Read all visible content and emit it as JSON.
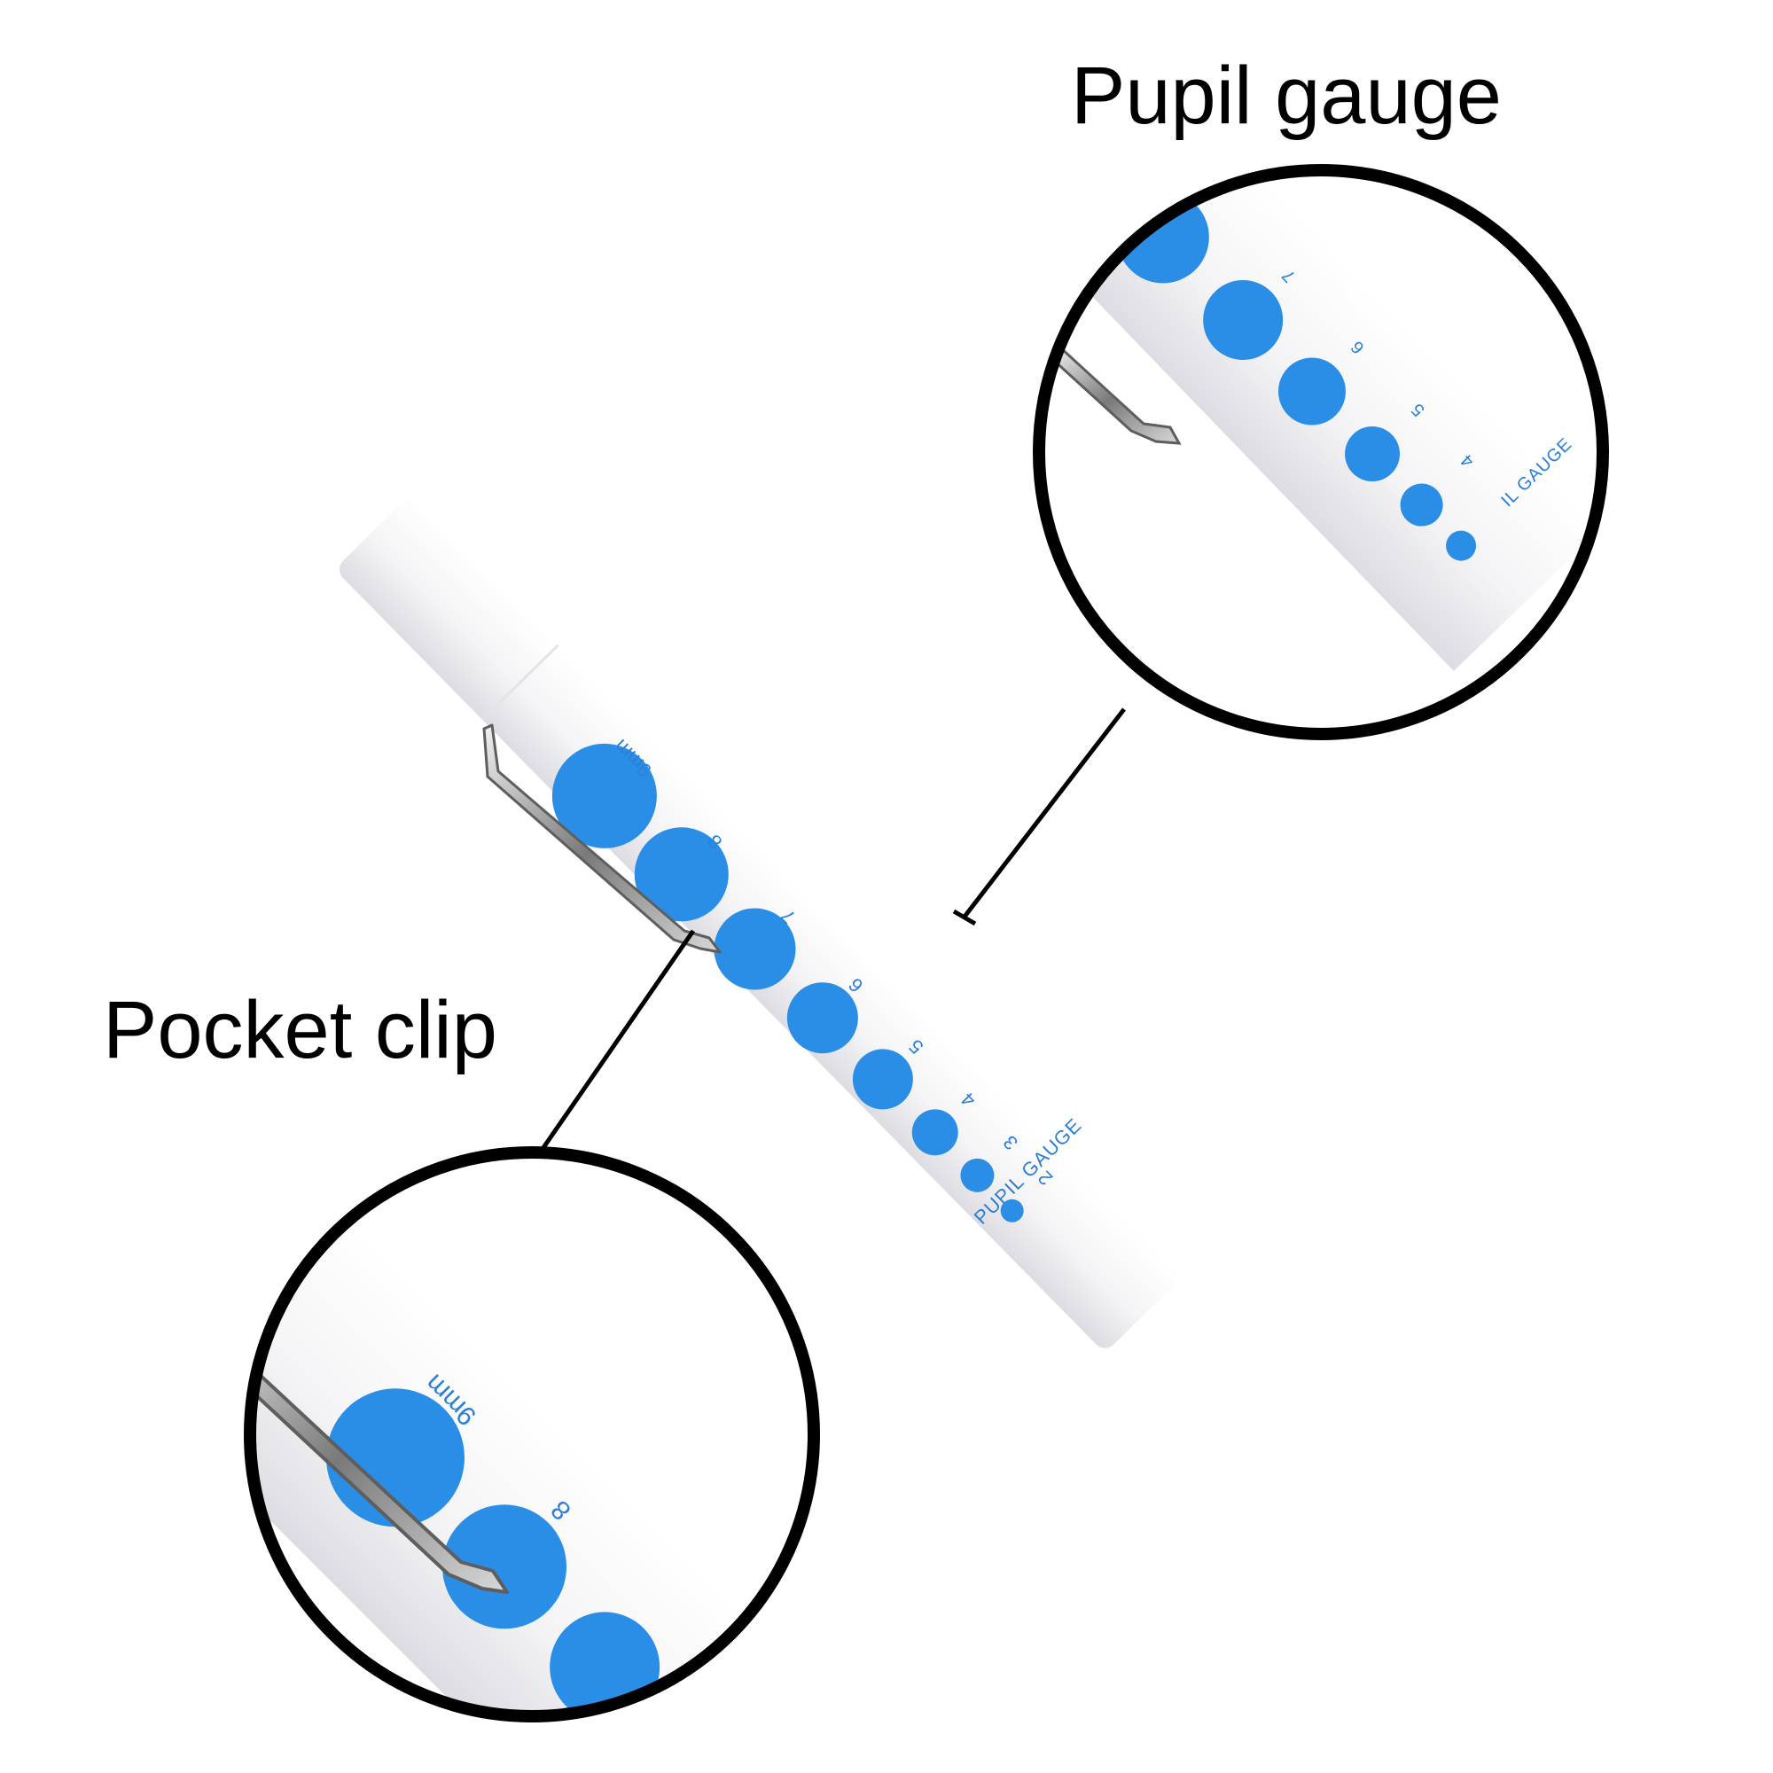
{
  "labels": {
    "pupil_gauge": "Pupil gauge",
    "pocket_clip": "Pocket clip"
  },
  "penlight": {
    "printed_text": "PUPIL GAUGE",
    "partial_printed_text": "IL GAUGE",
    "scale_labels": [
      "9mm",
      "8",
      "7",
      "6",
      "5",
      "4",
      "3",
      "2"
    ],
    "dot_sizes_mm": [
      9,
      8,
      7,
      6,
      5,
      4,
      3,
      2
    ]
  },
  "colors": {
    "body": "#f6f6f8",
    "dot": "#2b8ee6",
    "print": "#2b7fd6",
    "outline": "#000000",
    "clip": "#8a8a8a"
  }
}
